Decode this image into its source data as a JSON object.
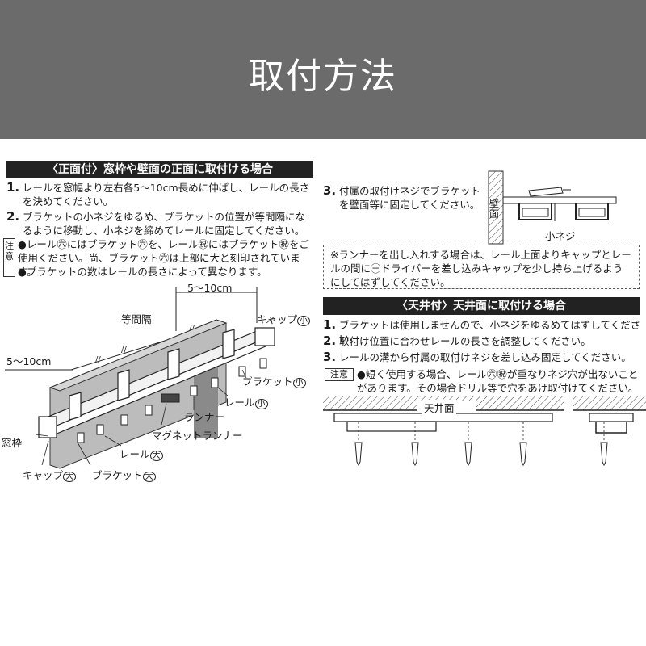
{
  "banner": {
    "title": "取付方法"
  },
  "front": {
    "header": "〈正面付〉窓枠や壁面の正面に取付ける場合",
    "steps": [
      {
        "num": "1.",
        "text": "レールを窓幅より左右各5～10cm長めに伸ばし、レールの長さを決めてください。"
      },
      {
        "num": "2.",
        "text": "ブラケットの小ネジをゆるめ、ブラケットの位置が等間隔になるように移動し、小ネジを締めてレールに固定してください。"
      }
    ],
    "note_tag": "注意",
    "notes": [
      "●レール㊅にはブラケット㊅を、レール㊗にはブラケット㊗をご使用ください。尚、ブラケット㊅は上部に大と刻印されています。",
      "●ブラケットの数はレールの長さによって異なります。"
    ],
    "diagram_labels": {
      "dim_top": "5～10cm",
      "equal": "等間隔",
      "cap_small": "キャップ",
      "dim_left": "5～10cm",
      "bracket_small": "ブラケット",
      "rail_small": "レール",
      "runner": "ランナー",
      "magnet_runner": "マグネットランナー",
      "window_frame": "窓枠",
      "rail_large": "レール",
      "cap_large": "キャップ",
      "bracket_large": "ブラケット",
      "mark_small": "小",
      "mark_large": "大"
    }
  },
  "wall": {
    "step": {
      "num": "3.",
      "text": "付属の取付けネジでブラケットを壁面等に固定してください。"
    },
    "wall_label": "壁面",
    "screw_label": "小ネジ",
    "runner_note": "※ランナーを出し入れする場合は、レール上面よりキャップとレールの間に㊀ドライバーを差し込みキャップを少し持ち上げるようにしてはずしてください。"
  },
  "ceiling": {
    "header": "〈天井付〉天井面に取付ける場合",
    "steps": [
      {
        "num": "1.",
        "text": "ブラケットは使用しませんので、小ネジをゆるめてはずしてください。"
      },
      {
        "num": "2.",
        "text": "取付け位置に合わせレールの長さを調整してください。"
      },
      {
        "num": "3.",
        "text": "レールの溝から付属の取付けネジを差し込み固定してください。"
      }
    ],
    "note_tag": "注意",
    "note": "●短く使用する場合、レール㊅㊗が重なりネジ穴が出ないことがあります。その場合ドリル等で穴をあけ取付けてください。",
    "ceiling_label": "天井面"
  }
}
